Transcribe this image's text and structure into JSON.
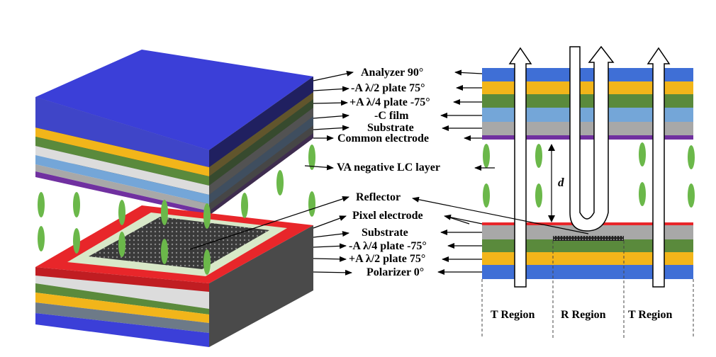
{
  "upper_labels": [
    {
      "id": "analyzer",
      "text": "Analyzer 90°"
    },
    {
      "id": "half-wave-top",
      "text": "-A λ/2 plate 75°"
    },
    {
      "id": "quarter-wave-top",
      "text": "+A λ/4 plate -75°"
    },
    {
      "id": "c-film",
      "text": "-C film"
    },
    {
      "id": "substrate-top",
      "text": "Substrate"
    },
    {
      "id": "common-electrode",
      "text": "Common electrode"
    }
  ],
  "lc_label": "VA negative LC layer",
  "lower_labels": [
    {
      "id": "reflector",
      "text": "Reflector"
    },
    {
      "id": "pixel-electrode",
      "text": "Pixel electrode"
    },
    {
      "id": "substrate-bottom",
      "text": "Substrate"
    },
    {
      "id": "quarter-wave-bottom",
      "text": "-A λ/4 plate -75°"
    },
    {
      "id": "half-wave-bottom",
      "text": "+A λ/2 plate 75°"
    },
    {
      "id": "polarizer",
      "text": "Polarizer 0°"
    }
  ],
  "gap_label": "d",
  "regions": [
    "T Region",
    "R Region",
    "T Region"
  ],
  "colors": {
    "analyzer": "#3f6fd6",
    "half_wave": "#f2b51a",
    "quarter_wave": "#5a8a3c",
    "c_film": "#74a6d8",
    "substrate": "#a8a8a8",
    "common_electrode": "#7030a0",
    "pixel_electrode": "#e8262a",
    "polarizer": "#3f6fd6",
    "top_cover": "#3b3fd8",
    "lc_molecule": "#6bb84a",
    "reflector": "#333333"
  }
}
